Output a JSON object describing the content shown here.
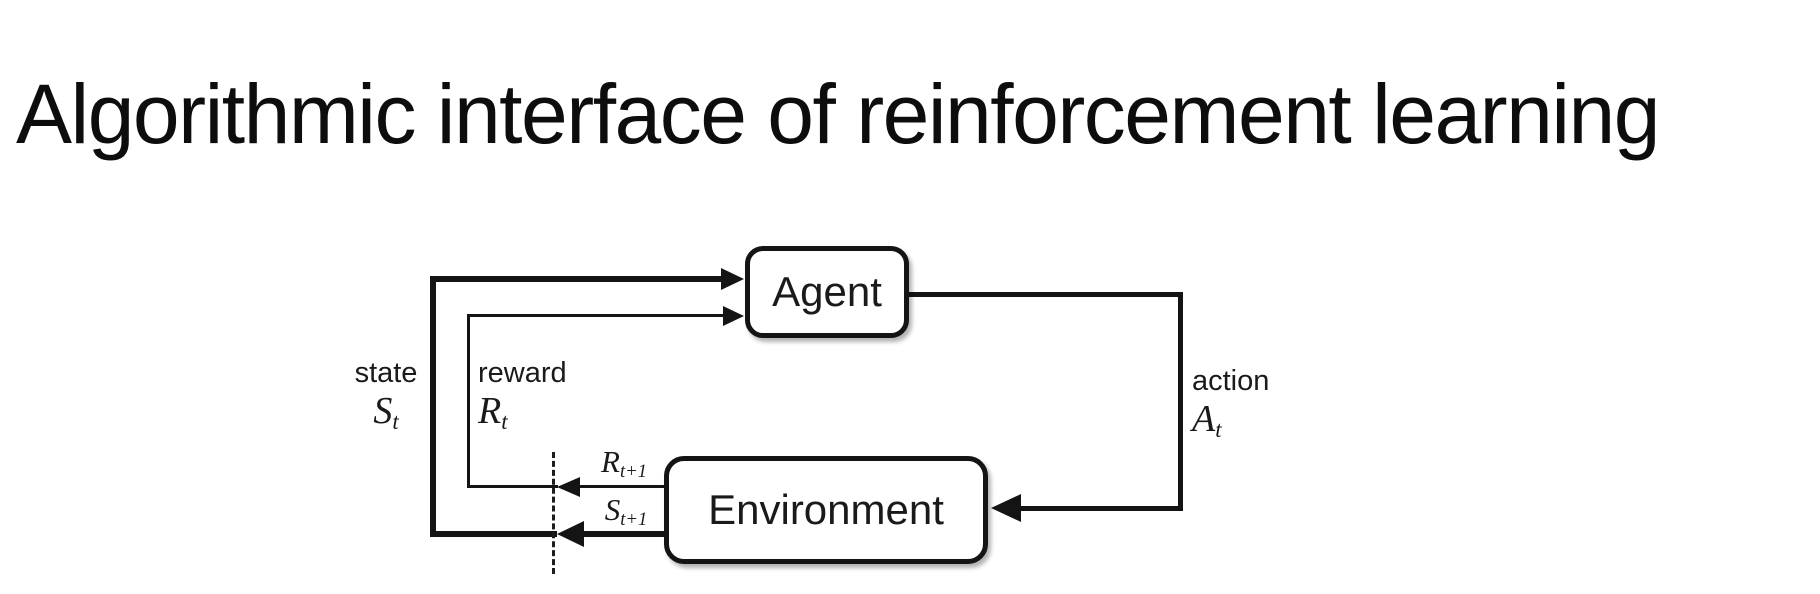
{
  "page": {
    "title": "Algorithmic interface of reinforcement learning"
  },
  "colors": {
    "ink": "#141414",
    "background": "#ffffff"
  },
  "diagram": {
    "agent": {
      "label": "Agent"
    },
    "environment": {
      "label": "Environment"
    },
    "state_label": {
      "word": "state",
      "symbol": "S",
      "subscript": "t"
    },
    "reward_label": {
      "word": "reward",
      "symbol": "R",
      "subscript": "t"
    },
    "action_label": {
      "word": "action",
      "symbol": "A",
      "subscript": "t"
    },
    "next_reward_label": {
      "symbol": "R",
      "subscript": "t+1"
    },
    "next_state_label": {
      "symbol": "S",
      "subscript": "t+1"
    }
  }
}
